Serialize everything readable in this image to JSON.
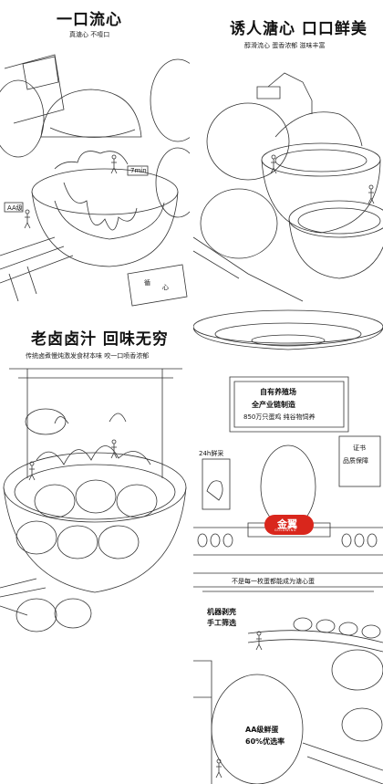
{
  "panels": {
    "p1": {
      "title": "一口流心",
      "subtitle": "真溏心 不噎口",
      "label_aa": "AA级",
      "label_time": "7min",
      "label_card_1": "循",
      "label_card_2": "心"
    },
    "p2": {
      "title": "诱人溏心 口口鲜美",
      "subtitle": "醇滑流心 蛋香浓郁 滋味丰富"
    },
    "p3": {
      "title": "老卤卤汁 回味无穷",
      "subtitle": "传统卤煮慢炖激发食材本味 咬一口喷香浓郁"
    },
    "p4": {
      "sign_lines": [
        "自有养殖场",
        "全产业链制造",
        "850万只蛋鸡 纯谷物饲养"
      ],
      "label_24h": "24h鲜采",
      "label_cert": [
        "证书",
        "品质保障"
      ],
      "brand": "金翼",
      "brand_en": "GOLDWING",
      "bottom_note": "不是每一枚蛋都能成为溏心蛋"
    },
    "p5": {
      "label_machine": [
        "机器剥壳",
        "手工筛选"
      ],
      "label_aa": [
        "AA级鲜蛋",
        "60%优选率"
      ]
    }
  },
  "colors": {
    "line": "#333333",
    "brand_red": "#d9261c",
    "background": "#ffffff"
  }
}
